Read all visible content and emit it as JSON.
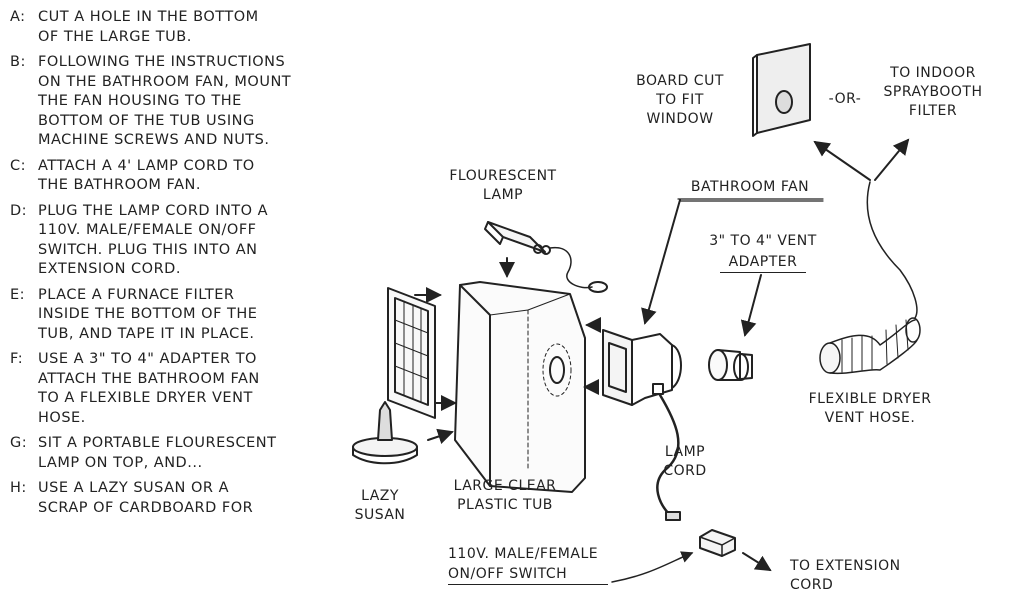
{
  "steps": [
    {
      "letter": "A:",
      "text": "Cut a hole in the bottom\nof the large tub."
    },
    {
      "letter": "B:",
      "text": "Following the instructions\non the bathroom fan, mount\nthe fan housing to the\nbottom of the tub using\nmachine screws and nuts."
    },
    {
      "letter": "C:",
      "text": "Attach a 4' lamp cord to\nthe bathroom fan."
    },
    {
      "letter": "D:",
      "text": "Plug the lamp cord into a\n110v. male/female on/off\nswitch. Plug this into an\nextension cord."
    },
    {
      "letter": "E:",
      "text": "Place a furnace filter\ninside the bottom of the\ntub, and tape it in place."
    },
    {
      "letter": "F:",
      "text": "Use a 3\" to 4\" adapter to\nattach the bathroom fan\nto a flexible dryer vent\nhose."
    },
    {
      "letter": "G:",
      "text": "Sit a portable flourescent\nlamp on top, and..."
    },
    {
      "letter": "H:",
      "text": "Use a lazy Susan or a\nscrap of cardboard for"
    }
  ],
  "labels": {
    "board": "Board cut\nto fit\nwindow",
    "or": "-OR-",
    "spraybooth": "To indoor\nspraybooth\nfilter",
    "lamp": "Flourescent\nlamp",
    "fan": "Bathroom fan",
    "adapter_line1": "3\" to 4\" vent",
    "adapter_line2": "adapter",
    "hose": "Flexible dryer\nvent hose.",
    "lamp_cord": "Lamp\ncord",
    "lazy_susan": "Lazy\nSusan",
    "tub": "Large clear\nplastic tub",
    "switch_line1": "110v. male/female",
    "switch_line2": "on/off switch",
    "extension": "To extension\ncord"
  }
}
